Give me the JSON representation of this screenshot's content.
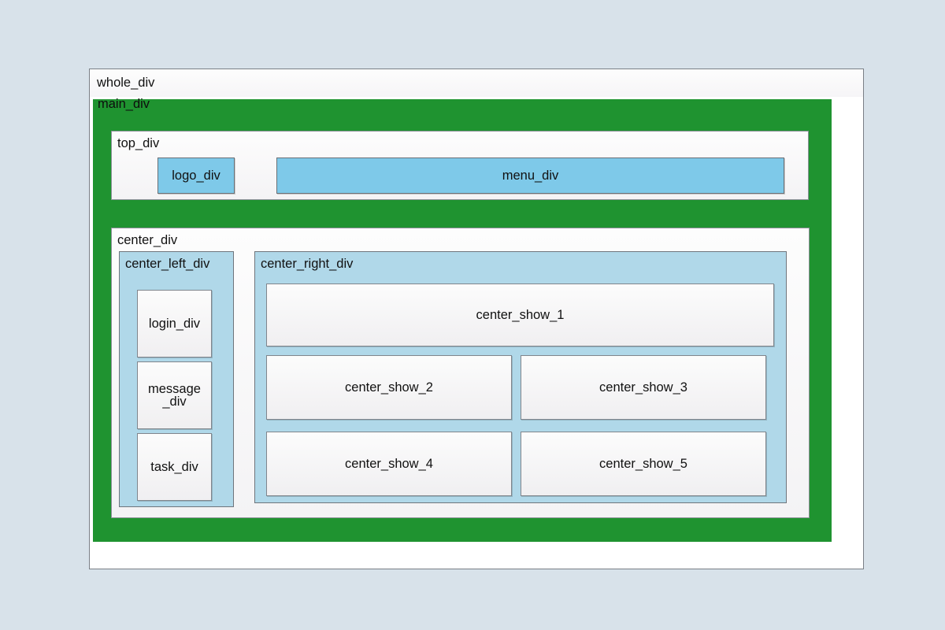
{
  "layout": {
    "background_color": "#d8e2ea",
    "green_color": "#1f9330",
    "menu_blue": "#7ec9e9",
    "panel_blue": "#b0d8e9",
    "card_white": "#f7f7f8"
  },
  "whole_div": {
    "label": "whole_div"
  },
  "main_div": {
    "label": "main_div"
  },
  "top_div": {
    "label": "top_div",
    "logo_div": "logo_div",
    "menu_div": "menu_div"
  },
  "center_div": {
    "label": "center_div",
    "center_left_div": {
      "label": "center_left_div",
      "items": [
        {
          "label": "login_div"
        },
        {
          "label": "message\n_div"
        },
        {
          "label": "task_div"
        }
      ]
    },
    "center_right_div": {
      "label": "center_right_div",
      "items": [
        {
          "label": "center_show_1"
        },
        {
          "label": "center_show_2"
        },
        {
          "label": "center_show_3"
        },
        {
          "label": "center_show_4"
        },
        {
          "label": "center_show_5"
        }
      ]
    }
  }
}
